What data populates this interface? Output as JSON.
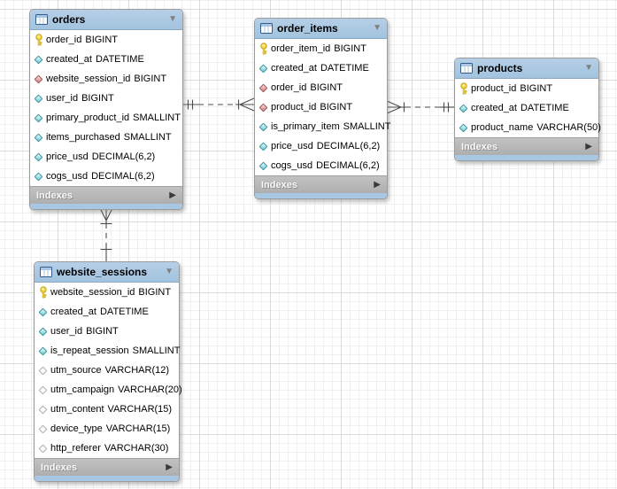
{
  "diagram": {
    "tables": [
      {
        "id": "orders",
        "title": "orders",
        "footer_label": "Indexes",
        "fields": [
          {
            "icon": "primary-key",
            "name": "order_id",
            "type": "BIGINT"
          },
          {
            "icon": "column",
            "name": "created_at",
            "type": "DATETIME"
          },
          {
            "icon": "foreign-key",
            "name": "website_session_id",
            "type": "BIGINT"
          },
          {
            "icon": "column",
            "name": "user_id",
            "type": "BIGINT"
          },
          {
            "icon": "column",
            "name": "primary_product_id",
            "type": "SMALLINT"
          },
          {
            "icon": "column",
            "name": "items_purchased",
            "type": "SMALLINT"
          },
          {
            "icon": "column",
            "name": "price_usd",
            "type": "DECIMAL(6,2)"
          },
          {
            "icon": "column",
            "name": "cogs_usd",
            "type": "DECIMAL(6,2)"
          }
        ]
      },
      {
        "id": "order_items",
        "title": "order_items",
        "footer_label": "Indexes",
        "fields": [
          {
            "icon": "primary-key",
            "name": "order_item_id",
            "type": "BIGINT"
          },
          {
            "icon": "column",
            "name": "created_at",
            "type": "DATETIME"
          },
          {
            "icon": "foreign-key",
            "name": "order_id",
            "type": "BIGINT"
          },
          {
            "icon": "foreign-key",
            "name": "product_id",
            "type": "BIGINT"
          },
          {
            "icon": "column",
            "name": "is_primary_item",
            "type": "SMALLINT"
          },
          {
            "icon": "column",
            "name": "price_usd",
            "type": "DECIMAL(6,2)"
          },
          {
            "icon": "column",
            "name": "cogs_usd",
            "type": "DECIMAL(6,2)"
          }
        ]
      },
      {
        "id": "products",
        "title": "products",
        "footer_label": "Indexes",
        "fields": [
          {
            "icon": "primary-key",
            "name": "product_id",
            "type": "BIGINT"
          },
          {
            "icon": "column",
            "name": "created_at",
            "type": "DATETIME"
          },
          {
            "icon": "column",
            "name": "product_name",
            "type": "VARCHAR(50)"
          }
        ]
      },
      {
        "id": "website_sessions",
        "title": "website_sessions",
        "footer_label": "Indexes",
        "fields": [
          {
            "icon": "primary-key",
            "name": "website_session_id",
            "type": "BIGINT"
          },
          {
            "icon": "column",
            "name": "created_at",
            "type": "DATETIME"
          },
          {
            "icon": "column",
            "name": "user_id",
            "type": "BIGINT"
          },
          {
            "icon": "column",
            "name": "is_repeat_session",
            "type": "SMALLINT"
          },
          {
            "icon": "nullable-column",
            "name": "utm_source",
            "type": "VARCHAR(12)"
          },
          {
            "icon": "nullable-column",
            "name": "utm_campaign",
            "type": "VARCHAR(20)"
          },
          {
            "icon": "nullable-column",
            "name": "utm_content",
            "type": "VARCHAR(15)"
          },
          {
            "icon": "nullable-column",
            "name": "device_type",
            "type": "VARCHAR(15)"
          },
          {
            "icon": "nullable-column",
            "name": "http_referer",
            "type": "VARCHAR(30)"
          }
        ]
      }
    ],
    "relationships": [
      {
        "from_table": "order_items",
        "to_table": "orders",
        "from_cardinality": "many",
        "to_cardinality": "one",
        "line_style": "dashed"
      },
      {
        "from_table": "order_items",
        "to_table": "products",
        "from_cardinality": "many",
        "to_cardinality": "one",
        "line_style": "dashed"
      },
      {
        "from_table": "orders",
        "to_table": "website_sessions",
        "from_cardinality": "many",
        "to_cardinality": "one",
        "line_style": "dashed"
      }
    ],
    "icons": {
      "primary-key": "primary-key-icon",
      "column": "column-icon",
      "foreign-key": "foreign-key-column-icon",
      "nullable-column": "nullable-column-icon",
      "header": "table-icon",
      "collapse": "collapse-arrow-icon",
      "expand": "expand-arrow-icon"
    },
    "glyphs": {
      "collapse": "▼",
      "expand": "▶"
    },
    "colors": {
      "header_blue": "#a8c7e2",
      "footer_gray": "#b5b5b5",
      "body_white": "#ffffff",
      "primary_key_yellow": "#f5d73e",
      "column_teal": "#6cc4cd",
      "foreign_key_red": "#cb8181",
      "relationship_line": "#4c4c4c",
      "grid_minor": "#f0f0f0",
      "grid_major": "#dcdcdc"
    }
  }
}
